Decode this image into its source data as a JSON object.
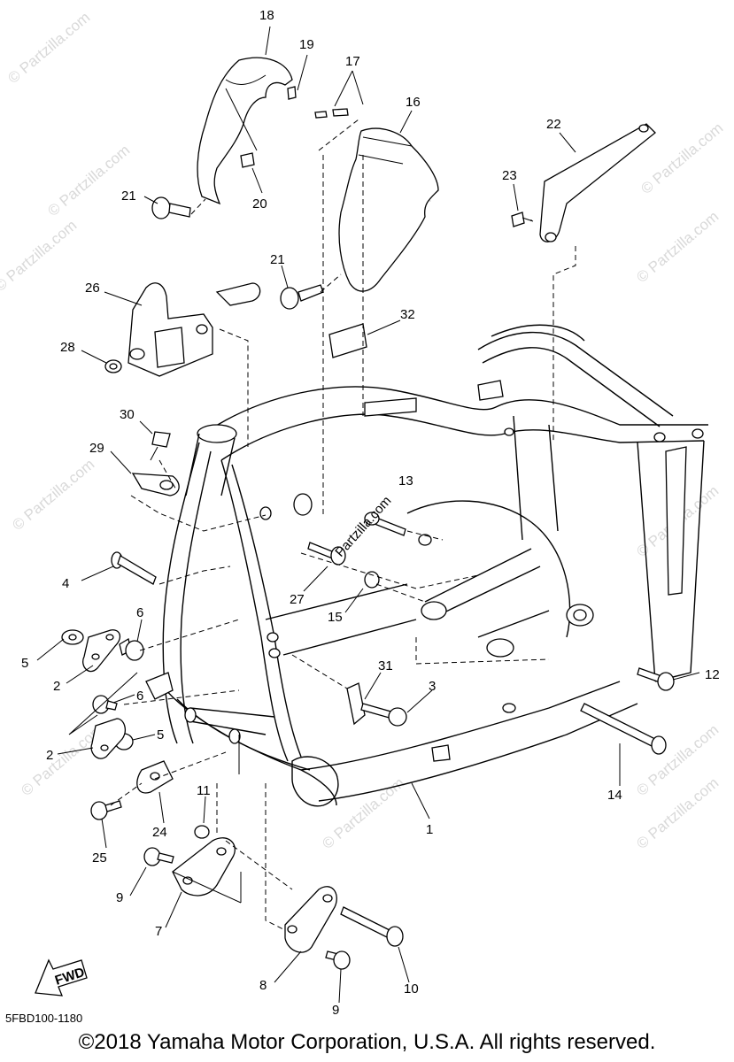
{
  "diagram": {
    "drawing_code": "5FBD100-1180",
    "copyright": "©2018 Yamaha Motor Corporation, U.S.A. All rights reserved.",
    "fwd_label": "FWD",
    "center_watermark": "Partzilla.com",
    "watermark_text": "© Partzilla.com",
    "callouts": [
      {
        "id": "c18",
        "label": "18"
      },
      {
        "id": "c19",
        "label": "19"
      },
      {
        "id": "c17",
        "label": "17"
      },
      {
        "id": "c16",
        "label": "16"
      },
      {
        "id": "c22",
        "label": "22"
      },
      {
        "id": "c23",
        "label": "23"
      },
      {
        "id": "c21a",
        "label": "21"
      },
      {
        "id": "c20",
        "label": "20"
      },
      {
        "id": "c21b",
        "label": "21"
      },
      {
        "id": "c26",
        "label": "26"
      },
      {
        "id": "c32",
        "label": "32"
      },
      {
        "id": "c28",
        "label": "28"
      },
      {
        "id": "c30",
        "label": "30"
      },
      {
        "id": "c29",
        "label": "29"
      },
      {
        "id": "c13",
        "label": "13"
      },
      {
        "id": "c4",
        "label": "4"
      },
      {
        "id": "c27",
        "label": "27"
      },
      {
        "id": "c6a",
        "label": "6"
      },
      {
        "id": "c15",
        "label": "15"
      },
      {
        "id": "c5a",
        "label": "5"
      },
      {
        "id": "c2a",
        "label": "2"
      },
      {
        "id": "c31",
        "label": "31"
      },
      {
        "id": "c12",
        "label": "12"
      },
      {
        "id": "c3",
        "label": "3"
      },
      {
        "id": "c6b",
        "label": "6"
      },
      {
        "id": "c5b",
        "label": "5"
      },
      {
        "id": "c2b",
        "label": "2"
      },
      {
        "id": "c14",
        "label": "14"
      },
      {
        "id": "c11",
        "label": "11"
      },
      {
        "id": "c24",
        "label": "24"
      },
      {
        "id": "c1",
        "label": "1"
      },
      {
        "id": "c25",
        "label": "25"
      },
      {
        "id": "c9a",
        "label": "9"
      },
      {
        "id": "c7",
        "label": "7"
      },
      {
        "id": "c8",
        "label": "8"
      },
      {
        "id": "c10",
        "label": "10"
      },
      {
        "id": "c9b",
        "label": "9"
      }
    ]
  }
}
